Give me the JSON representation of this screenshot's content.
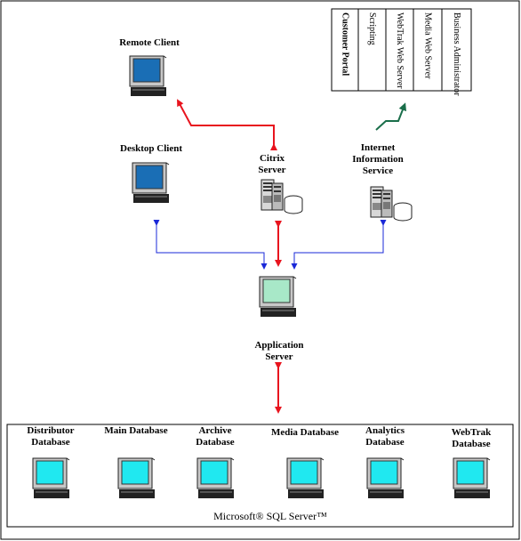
{
  "portal": {
    "columns": [
      {
        "text": "Customer Portal",
        "bold": true
      },
      {
        "text": "Scripting",
        "bold": false
      },
      {
        "text": "WebTrak Web Server",
        "bold": false
      },
      {
        "text": "Media Web Server",
        "bold": false
      },
      {
        "text": "Business Administrator",
        "bold": false
      }
    ]
  },
  "nodes": {
    "remote_client": "Remote Client",
    "desktop_client": "Desktop Client",
    "citrix_server": "Citrix Server",
    "iis": "Internet Information Service",
    "application_server": "Application Server"
  },
  "databases": [
    {
      "label": "Distributor Database"
    },
    {
      "label": "Main Database"
    },
    {
      "label": "Archive Database"
    },
    {
      "label": "Media Database"
    },
    {
      "label": "Analytics Database"
    },
    {
      "label": "WebTrak Database"
    }
  ],
  "sql_server_label": "Microsoft® SQL Server™",
  "colors": {
    "red_arrow": "#e8141e",
    "blue_arrow": "#1a28d8",
    "green_arrow": "#1a6e4a",
    "client_screen": "#1a6eb5",
    "app_screen": "#a8e8c8",
    "db_screen": "#20e8f0"
  }
}
